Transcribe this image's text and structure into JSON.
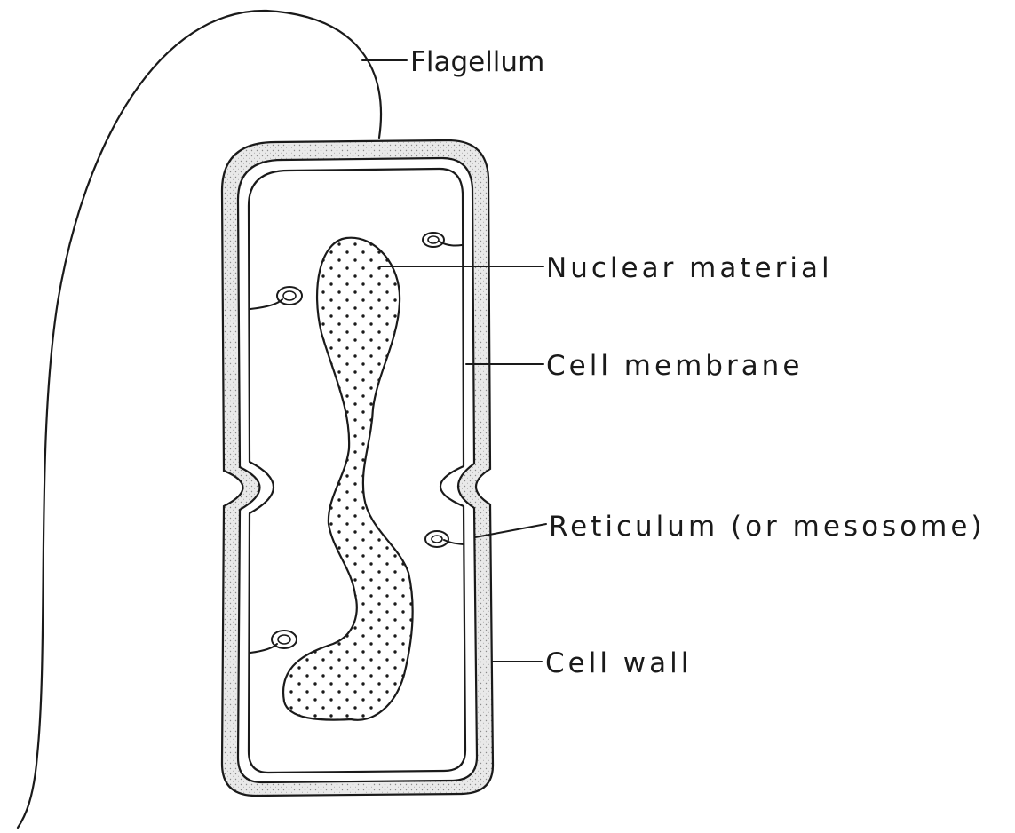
{
  "labels": {
    "flagellum": "Flagellum",
    "nuclear_material": "Nuclear material",
    "cell_membrane": "Cell membrane",
    "reticulum": "Reticulum (or mesosome)",
    "cell_wall": "Cell wall"
  },
  "colors": {
    "ink": "#1a1a1a",
    "wall_fill": "#e6e6e6",
    "background": "#ffffff"
  }
}
